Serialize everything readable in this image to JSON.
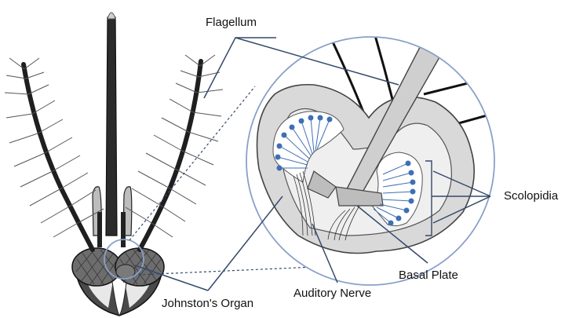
{
  "labels": {
    "flagellum": "Flagellum",
    "scolopidia": "Scolopidia",
    "basal_plate": "Basal Plate",
    "auditory_nerve": "Auditory Nerve",
    "johnstons_organ": "Johnston's Organ"
  },
  "colors": {
    "leader_line": "#34496a",
    "callout_circle": "#8aa0c8",
    "organ_fill": "#d9d9d9",
    "flagellum_fill": "#cfcfcf",
    "scolopidia_dot": "#3f6fb5",
    "antenna_dark": "#1f1f1f",
    "hair": "#555555"
  }
}
